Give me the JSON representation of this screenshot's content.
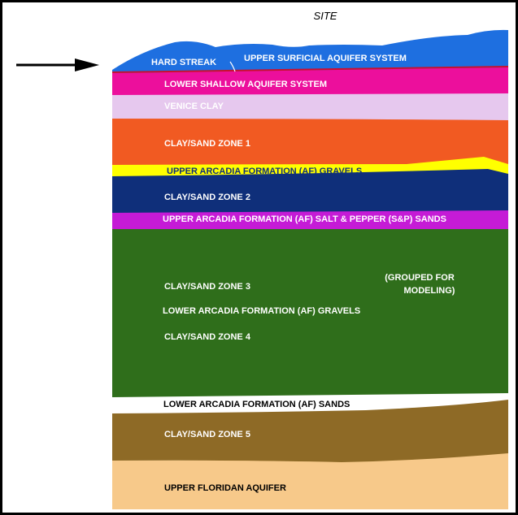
{
  "title": "SITE",
  "arrow_label": "",
  "hard_streak": "HARD STREAK",
  "colors": {
    "upper_surficial": "#1e6fe0",
    "lower_shallow": "#ec0f9c",
    "venice": "#e6c8ee",
    "zone1": "#f15a22",
    "upper_af_gravels": "#ffff00",
    "zone2": "#0f2f7a",
    "salt_pepper": "#c51bd6",
    "grouped": "#2f6e1b",
    "lower_af_sands": "#ffffff",
    "zone5": "#8e6a26",
    "floridan": "#f7c98a"
  },
  "layers": {
    "upper_surficial": "UPPER SURFICIAL AQUIFER SYSTEM",
    "lower_shallow": "LOWER SHALLOW AQUIFER SYSTEM",
    "venice": "VENICE CLAY",
    "zone1": "CLAY/SAND ZONE 1",
    "upper_af_gravels": "UPPER ARCADIA FORMATION (AF) GRAVELS",
    "zone2": "CLAY/SAND ZONE 2",
    "salt_pepper": "UPPER ARCADIA FORMATION (AF) SALT & PEPPER (S&P) SANDS",
    "zone3": "CLAY/SAND ZONE 3",
    "lower_af_gravels": "LOWER ARCADIA FORMATION (AF) GRAVELS",
    "zone4": "CLAY/SAND ZONE 4",
    "grouped_line1": "(GROUPED FOR",
    "grouped_line2": "MODELING)",
    "lower_af_sands": "LOWER ARCADIA FORMATION (AF) SANDS",
    "zone5": "CLAY/SAND ZONE 5",
    "floridan": "UPPER FLORIDAN AQUIFER"
  }
}
